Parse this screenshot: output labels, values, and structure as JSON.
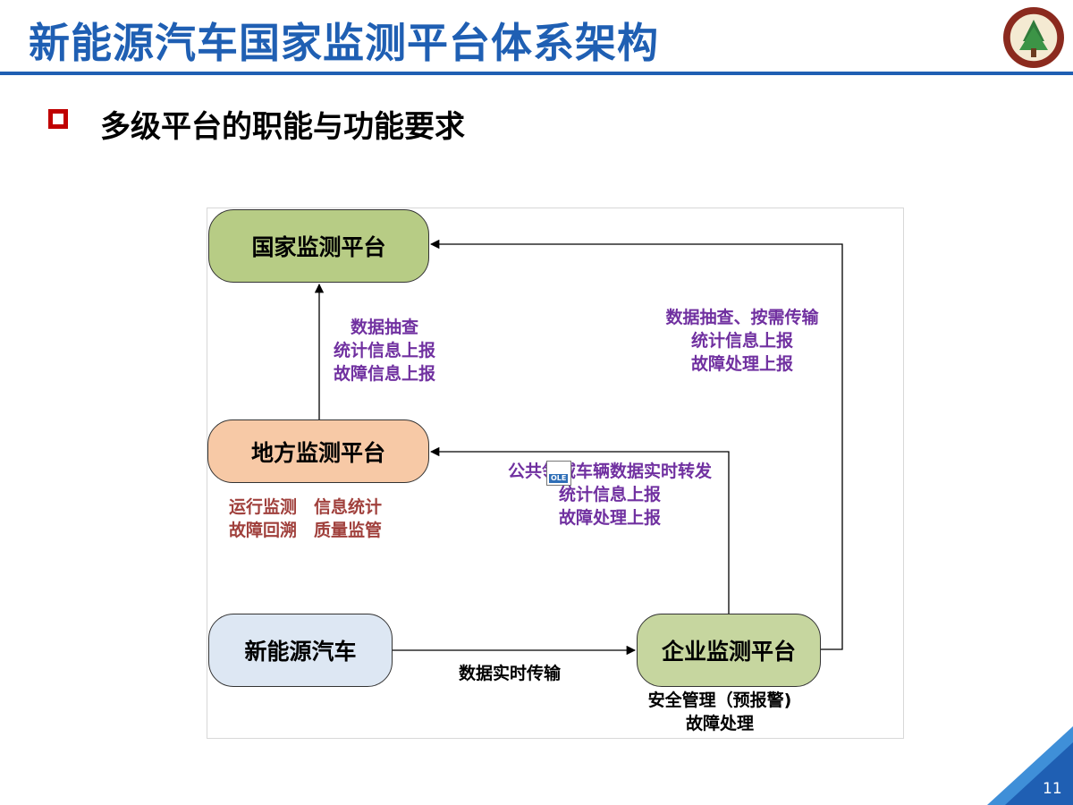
{
  "slide": {
    "title": "新能源汽车国家监测平台体系架构",
    "subtitle": "多级平台的职能与功能要求",
    "page_number": "11",
    "accent_color": "#1f5fb3",
    "bullet_color": "#c00000"
  },
  "diagram": {
    "nodes": {
      "national": "国家监测平台",
      "local": "地方监测平台",
      "nev": "新能源汽车",
      "enterprise": "企业监测平台"
    },
    "local_to_national": [
      "数据抽查",
      "统计信息上报",
      "故障信息上报"
    ],
    "enterprise_to_national": [
      "数据抽查、按需传输",
      "统计信息上报",
      "故障处理上报"
    ],
    "enterprise_to_local": [
      "公共领域车辆数据实时转发",
      "统计信息上报",
      "故障处理上报"
    ],
    "local_functions": [
      "运行监测　信息统计",
      "故障回溯　质量监管"
    ],
    "nev_to_enterprise": "数据实时传输",
    "enterprise_functions": [
      "安全管理（预报警)",
      "故障处理"
    ],
    "ole_badge": "OLE"
  }
}
